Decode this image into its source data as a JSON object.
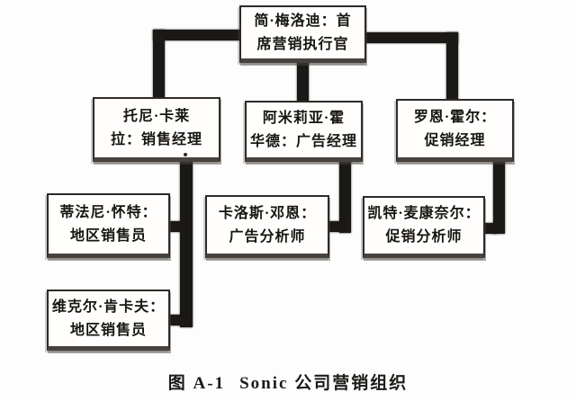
{
  "colors": {
    "ink": "#1a1a1a",
    "paper": "#fdfdfd"
  },
  "caption": {
    "label": "图 A-1",
    "title": "Sonic 公司营销组织"
  },
  "nodes": [
    {
      "id": "jane-melody-chief-marketing-executive",
      "line1": "简·梅洛迪：首",
      "line2": "席营销执行官"
    },
    {
      "id": "tony-carrera-sales-manager",
      "line1": "托尼·卡莱",
      "line2": "拉：销售经理"
    },
    {
      "id": "amelia-howard-advertising-manager",
      "line1": "阿米莉亚·霍",
      "line2": "华德：广告经理"
    },
    {
      "id": "ron-hall-promotion-manager",
      "line1": "罗恩·霍尔：",
      "line2": "促销经理"
    },
    {
      "id": "tiffany-white-regional-salesperson",
      "line1": "蒂法尼·怀特：",
      "line2": "地区销售员"
    },
    {
      "id": "carlos-dunn-advertising-analyst",
      "line1": "卡洛斯·邓恩：",
      "line2": "广告分析师"
    },
    {
      "id": "kate-mcconnell-promotion-analyst",
      "line1": "凯特·麦康奈尔：",
      "line2": "促销分析师"
    },
    {
      "id": "victor-kencaff-regional-salesperson",
      "line1": "维克尔·肯卡夫：",
      "line2": "地区销售员"
    }
  ]
}
